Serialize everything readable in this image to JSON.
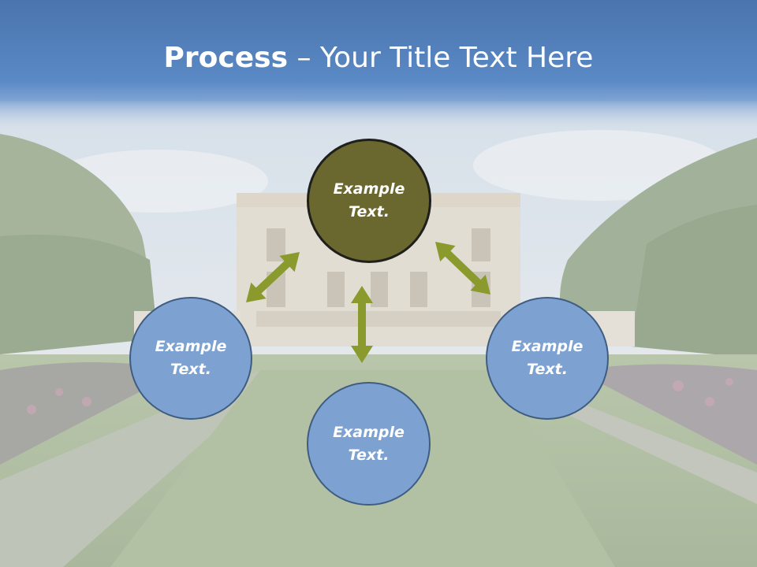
{
  "title": {
    "bold": "Process",
    "rest": " – Your Title Text Here"
  },
  "colors": {
    "header_top": "#4a7ab4",
    "header_bottom": "#5c8cc8",
    "center_node": "#6b682f",
    "outer_node": "#7da2d2",
    "arrow": "#8a9a2c"
  },
  "diagram": {
    "center": {
      "label": "Example\nText."
    },
    "left": {
      "label": "Example\nText."
    },
    "right": {
      "label": "Example\nText."
    },
    "bottom": {
      "label": "Example\nText."
    }
  },
  "arrows": [
    {
      "from": "center",
      "to": "left",
      "style": "double-headed"
    },
    {
      "from": "center",
      "to": "right",
      "style": "double-headed"
    },
    {
      "from": "center",
      "to": "bottom",
      "style": "double-headed"
    }
  ]
}
